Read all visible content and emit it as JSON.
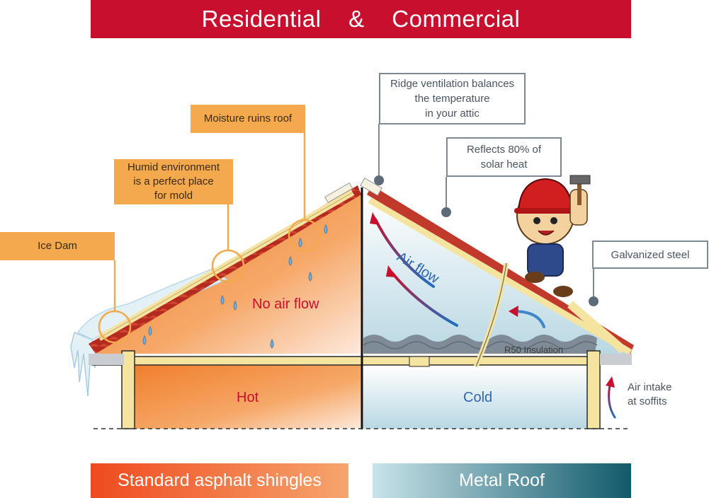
{
  "header": {
    "title": "Residential    &    Commercial"
  },
  "left": {
    "callouts": {
      "ice_dam": "Ice Dam",
      "humid_1": "Humid environment",
      "humid_2": "is a perfect place",
      "humid_3": "for mold",
      "moisture": "Moisture ruins roof"
    },
    "no_air_flow": "No air flow",
    "hot": "Hot"
  },
  "right": {
    "callouts": {
      "ridge_1": "Ridge ventilation balances",
      "ridge_2": "the temperature",
      "ridge_3": "in your attic",
      "reflects_1": "Reflects 80% of",
      "reflects_2": "solar heat",
      "galvanized": "Galvanized steel"
    },
    "air_flow": "Air flow",
    "insulation": "R50 Insulation",
    "cold": "Cold",
    "intake_1": "Air intake",
    "intake_2": "at soffits"
  },
  "footer": {
    "left": "Standard asphalt shingles",
    "right": "Metal Roof"
  },
  "colors": {
    "banner": "#c8102e",
    "hot_orange": "#f08a3c",
    "cold_blue": "#cfe6ee",
    "callout_orange": "#f4a94d",
    "callout_border": "#7d8a96",
    "roof_red": "#c0392b",
    "frame": "#f5e3a0"
  }
}
